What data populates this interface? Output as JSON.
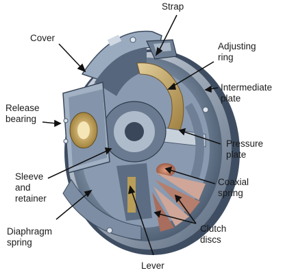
{
  "labels": {
    "strap": "Strap",
    "cover": "Cover",
    "adjusting_ring": [
      "Adjusting",
      "ring"
    ],
    "intermediate_plate": [
      "Intermediate",
      "plate"
    ],
    "release_bearing": [
      "Release",
      "bearing"
    ],
    "pressure_plate": [
      "Pressure",
      "plate"
    ],
    "sleeve_retainer": [
      "Sleeve",
      "and",
      "retainer"
    ],
    "coaxial_spring": [
      "Coaxial",
      "spring"
    ],
    "diaphragm_spring": [
      "Diaphragm",
      "spring"
    ],
    "clutch_discs": [
      "Clutch",
      "discs"
    ],
    "lever": "Lever"
  }
}
